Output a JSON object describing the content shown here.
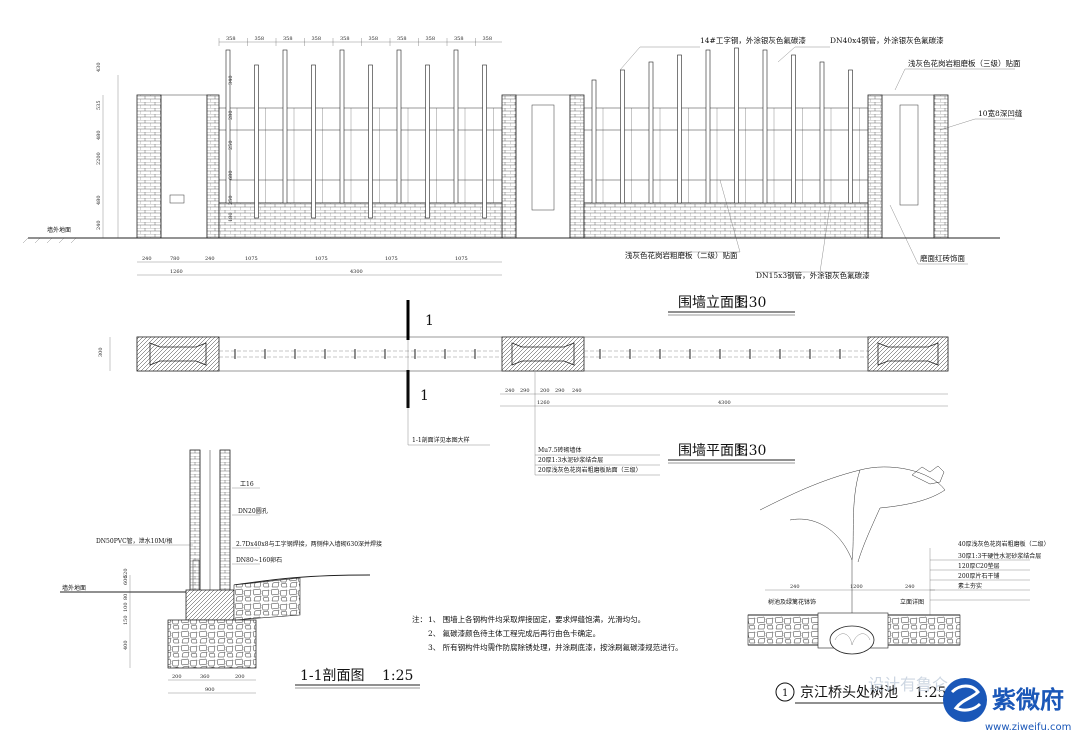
{
  "elevation": {
    "title": "围墙立面图",
    "scale": "1:30",
    "labels": {
      "i_steel": "14#工字钢，外涂银灰色氟碳漆",
      "dn_top": "DN40x4钢管，外涂银灰色氟碳漆",
      "granite": "浅灰色花岗岩粗磨板（三级）贴面",
      "groove": "10宽8深凹缝",
      "granite2": "浅灰色花岗岩粗磨板（二级）贴面",
      "dn_bottom": "DN15x3钢管，外涂银灰色氟碳漆",
      "brick_face": "磨面红砖饰面",
      "ground": "墙外地面"
    },
    "top_dims": [
      "358",
      "358",
      "358",
      "358",
      "358",
      "358",
      "358",
      "358",
      "358",
      "358"
    ],
    "left_dims": [
      "430",
      "535",
      "480",
      "2200",
      "480",
      "240"
    ],
    "inner_dims": [
      "340",
      "280",
      "250",
      "680",
      "250",
      "180"
    ],
    "bottom_dims_row1": [
      "240",
      "780",
      "240",
      "1075",
      "1075",
      "1075",
      "1075"
    ],
    "bottom_dims_row2": [
      "1260",
      "4300"
    ]
  },
  "plan": {
    "title": "围墙平面图",
    "scale": "1:30",
    "section_mark": "1",
    "left_dim": "300",
    "bottom_dims_row1": [
      "240",
      "290",
      "200",
      "290",
      "240"
    ],
    "bottom_dims_row2": [
      "1260",
      "4300"
    ],
    "callout": "1-1剖面详见本图大样",
    "layers": [
      "Mu7.5砖砌墙体",
      "20厚1:3水泥砂浆结合层",
      "20厚浅灰色花岗岩粗磨板贴面（三级）"
    ]
  },
  "section": {
    "title": "1-1剖面图",
    "scale": "1:25",
    "labels": {
      "i16": "工16",
      "dn20": "DN20圆孔",
      "pvc": "DN50PVC管，泄水10M/根",
      "plate": "2.7Dx40x8与工字钢焊接，两侧伸入墙砌630深并焊接",
      "dn80": "DN80~160卵石",
      "ground": "墙外地面"
    },
    "left_dims": [
      "600",
      "520",
      "80",
      "100",
      "150",
      "400"
    ],
    "bottom_dims": [
      "200",
      "360",
      "200"
    ],
    "bottom_total": "900"
  },
  "notes": {
    "prefix": "注：",
    "items": [
      "1、 围墙上各钢构件均采取焊接固定，要求焊缝饱满，光滑均匀。",
      "2、 氟碳漆颜色待主体工程完成后再行由色卡确定。",
      "3、 所有钢构件均需作防腐除锈处理，并涂刷底漆，按涂刷氟碳漆规范进行。"
    ]
  },
  "tree_detail": {
    "number": "1",
    "title": "京江桥头处树池",
    "scale": "1:25",
    "layers": [
      "40厚浅灰色花岗岩粗磨板（二级）",
      "30厚1:3干硬性水泥砂浆结合层",
      "120厚C20垫层",
      "200厚片石干铺",
      "素土夯实"
    ],
    "left_label": "树池及绿篱花钵饰",
    "right_label": "立面详图",
    "dims": [
      "240",
      "1200",
      "240"
    ]
  },
  "watermark": {
    "text": "紫微府",
    "url": "www.ziweifu.com",
    "overlay": "设计有鲁仑"
  },
  "colors": {
    "line": "#222222",
    "background": "#ffffff",
    "watermark_blue": "#1a57b8"
  }
}
